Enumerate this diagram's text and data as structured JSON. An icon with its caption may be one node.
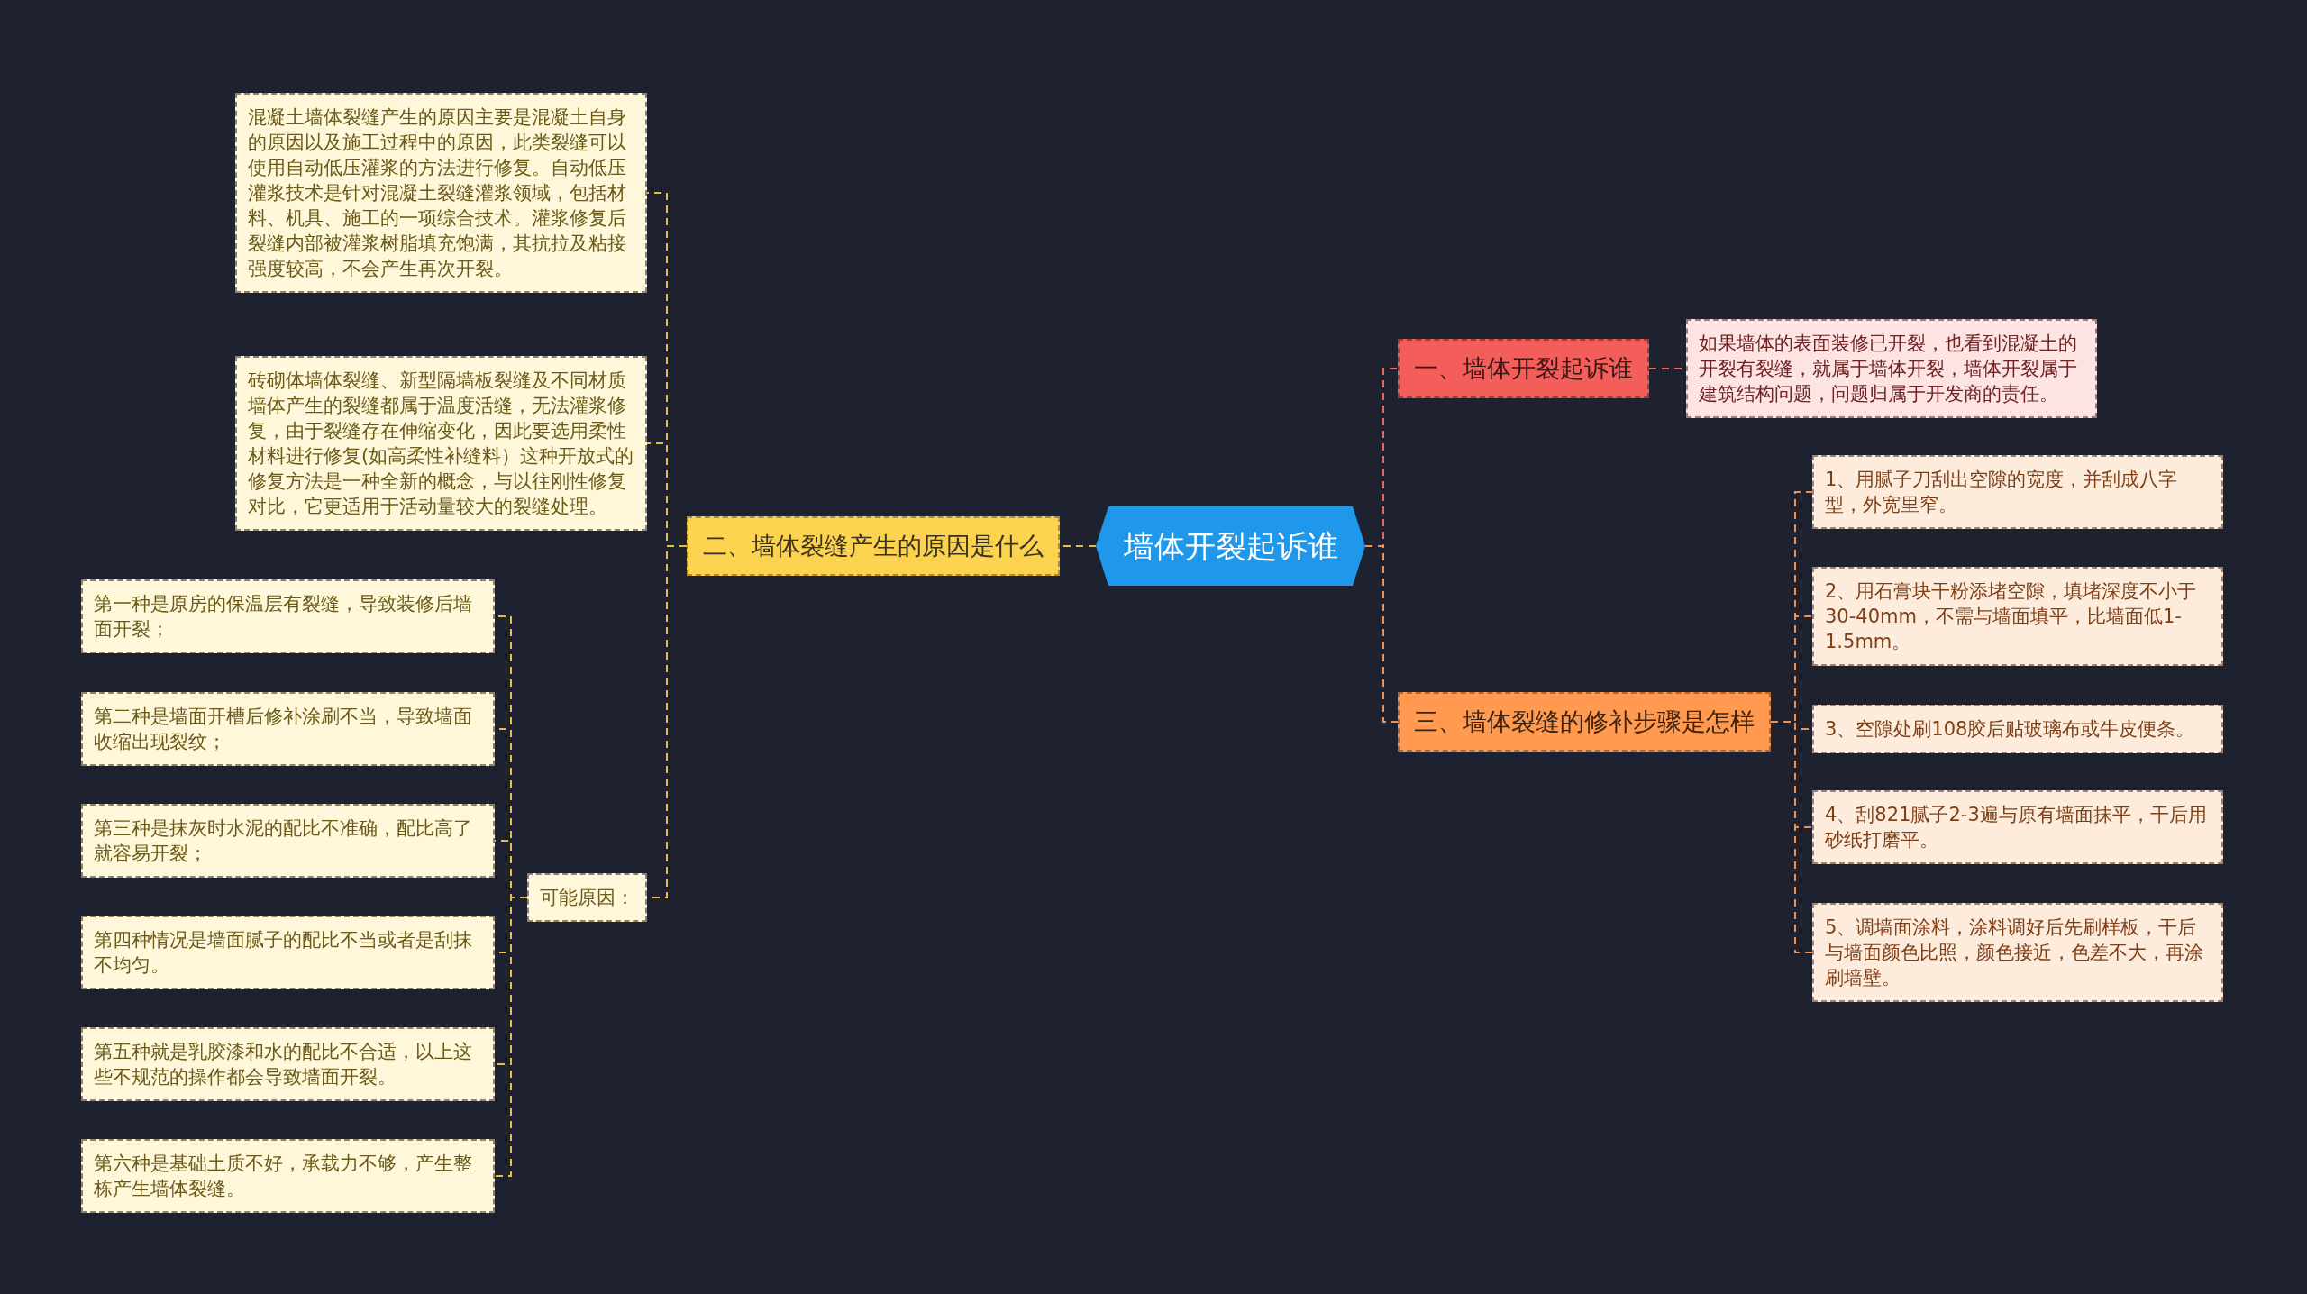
{
  "diagram": {
    "nodes": [
      {
        "text": [
          "墙体开裂起诉谁"
        ]
      },
      {
        "text": [
          "二、墙体裂缝产生的原因是什么"
        ]
      },
      {
        "text": [
          "混凝土墙体裂缝产生的原因主要是混凝土自身的原因以及施工过程中的原因，此类裂缝可以使用自动低压灌浆的方法进行修复。自动低压灌浆技术是针对混凝土裂缝灌浆领域，包括材料、机具、施工的一项综合技术。灌浆修复后裂缝内部被灌浆树脂填充饱满，其抗拉及粘接强度较高，不会产生再次开裂。"
        ]
      },
      {
        "text": [
          "砖砌体墙体裂缝、新型隔墙板裂缝及不同材质墙体产生的裂缝都属于温度活缝，无法灌浆修复，由于裂缝存在伸缩变化，因此要选用柔性材料进行修复(如高柔性补缝料）这种开放式的修复方法是一种全新的概念，与以往刚性修复对比，它更适用于活动量较大的裂缝处理。"
        ]
      },
      {
        "text": [
          "可能原因："
        ]
      },
      {
        "text": [
          "第一种是原房的保温层有裂缝，导致装修后墙面开裂；"
        ]
      },
      {
        "text": [
          "第二种是墙面开槽后修补涂刷不当，导致墙面收缩出现裂纹；"
        ]
      },
      {
        "text": [
          "第三种是抹灰时水泥的配比不准确，配比高了就容易开裂；"
        ]
      },
      {
        "text": [
          "第四种情况是墙面腻子的配比不当或者是刮抹不均匀。"
        ]
      },
      {
        "text": [
          "第五种就是乳胶漆和水的配比不合适，以上这些不规范的操作都会导致墙面开裂。"
        ]
      },
      {
        "text": [
          "第六种是基础土质不好，承载力不够，产生整栋产生墙体裂缝。"
        ]
      },
      {
        "text": [
          "一、墙体开裂起诉谁"
        ]
      },
      {
        "text": [
          "如果墙体的表面装修已开裂，也看到混凝土的开裂有裂缝，就属于墙体开裂，墙体开裂属于建筑结构问题，问题归属于开发商的责任。"
        ]
      },
      {
        "text": [
          "三、墙体裂缝的修补步骤是怎样"
        ]
      },
      {
        "text": [
          "1、用腻子刀刮出空隙的宽度，并刮成八字型，外宽里窄。"
        ]
      },
      {
        "text": [
          "2、用石膏块干粉添堵空隙，填堵深度不小于30-40mm，不需与墙面填平，比墙面低1-1.5mm。"
        ]
      },
      {
        "text": [
          "3、空隙处刷108胶后贴玻璃布或牛皮便条。"
        ]
      },
      {
        "text": [
          "4、刮821腻子2-3遍与原有墙面抹平，干后用砂纸打磨平。"
        ]
      },
      {
        "text": [
          "5、调墙面涂料，涂料调好后先刷样板，干后与墙面颜色比照，颜色接近，色差不大，再涂刷墙壁。"
        ]
      }
    ],
    "edges": [
      {
        "from": 0,
        "to": 1,
        "arrow": "none",
        "style": "dashed"
      },
      {
        "from": 1,
        "to": 2,
        "arrow": "none",
        "style": "dashed"
      },
      {
        "from": 1,
        "to": 3,
        "arrow": "none",
        "style": "dashed"
      },
      {
        "from": 1,
        "to": 4,
        "arrow": "none",
        "style": "dashed"
      },
      {
        "from": 4,
        "to": 5,
        "arrow": "none",
        "style": "dashed"
      },
      {
        "from": 4,
        "to": 6,
        "arrow": "none",
        "style": "dashed"
      },
      {
        "from": 4,
        "to": 7,
        "arrow": "none",
        "style": "dashed"
      },
      {
        "from": 4,
        "to": 8,
        "arrow": "none",
        "style": "dashed"
      },
      {
        "from": 4,
        "to": 9,
        "arrow": "none",
        "style": "dashed"
      },
      {
        "from": 4,
        "to": 10,
        "arrow": "none",
        "style": "dashed"
      },
      {
        "from": 0,
        "to": 11,
        "arrow": "none",
        "style": "dashed",
        "color": "#e8675f"
      },
      {
        "from": 11,
        "to": 12,
        "arrow": "none",
        "style": "dashed",
        "color": "#e8675f"
      },
      {
        "from": 0,
        "to": 13,
        "arrow": "none",
        "style": "dashed",
        "color": "#f0914f"
      },
      {
        "from": 13,
        "to": 14,
        "arrow": "none",
        "style": "dashed",
        "color": "#f0914f"
      },
      {
        "from": 13,
        "to": 15,
        "arrow": "none",
        "style": "dashed",
        "color": "#f0914f"
      },
      {
        "from": 13,
        "to": 16,
        "arrow": "none",
        "style": "dashed",
        "color": "#f0914f"
      },
      {
        "from": 13,
        "to": 17,
        "arrow": "none",
        "style": "dashed",
        "color": "#f0914f"
      },
      {
        "from": 13,
        "to": 18,
        "arrow": "none",
        "style": "dashed",
        "color": "#f0914f"
      }
    ]
  }
}
